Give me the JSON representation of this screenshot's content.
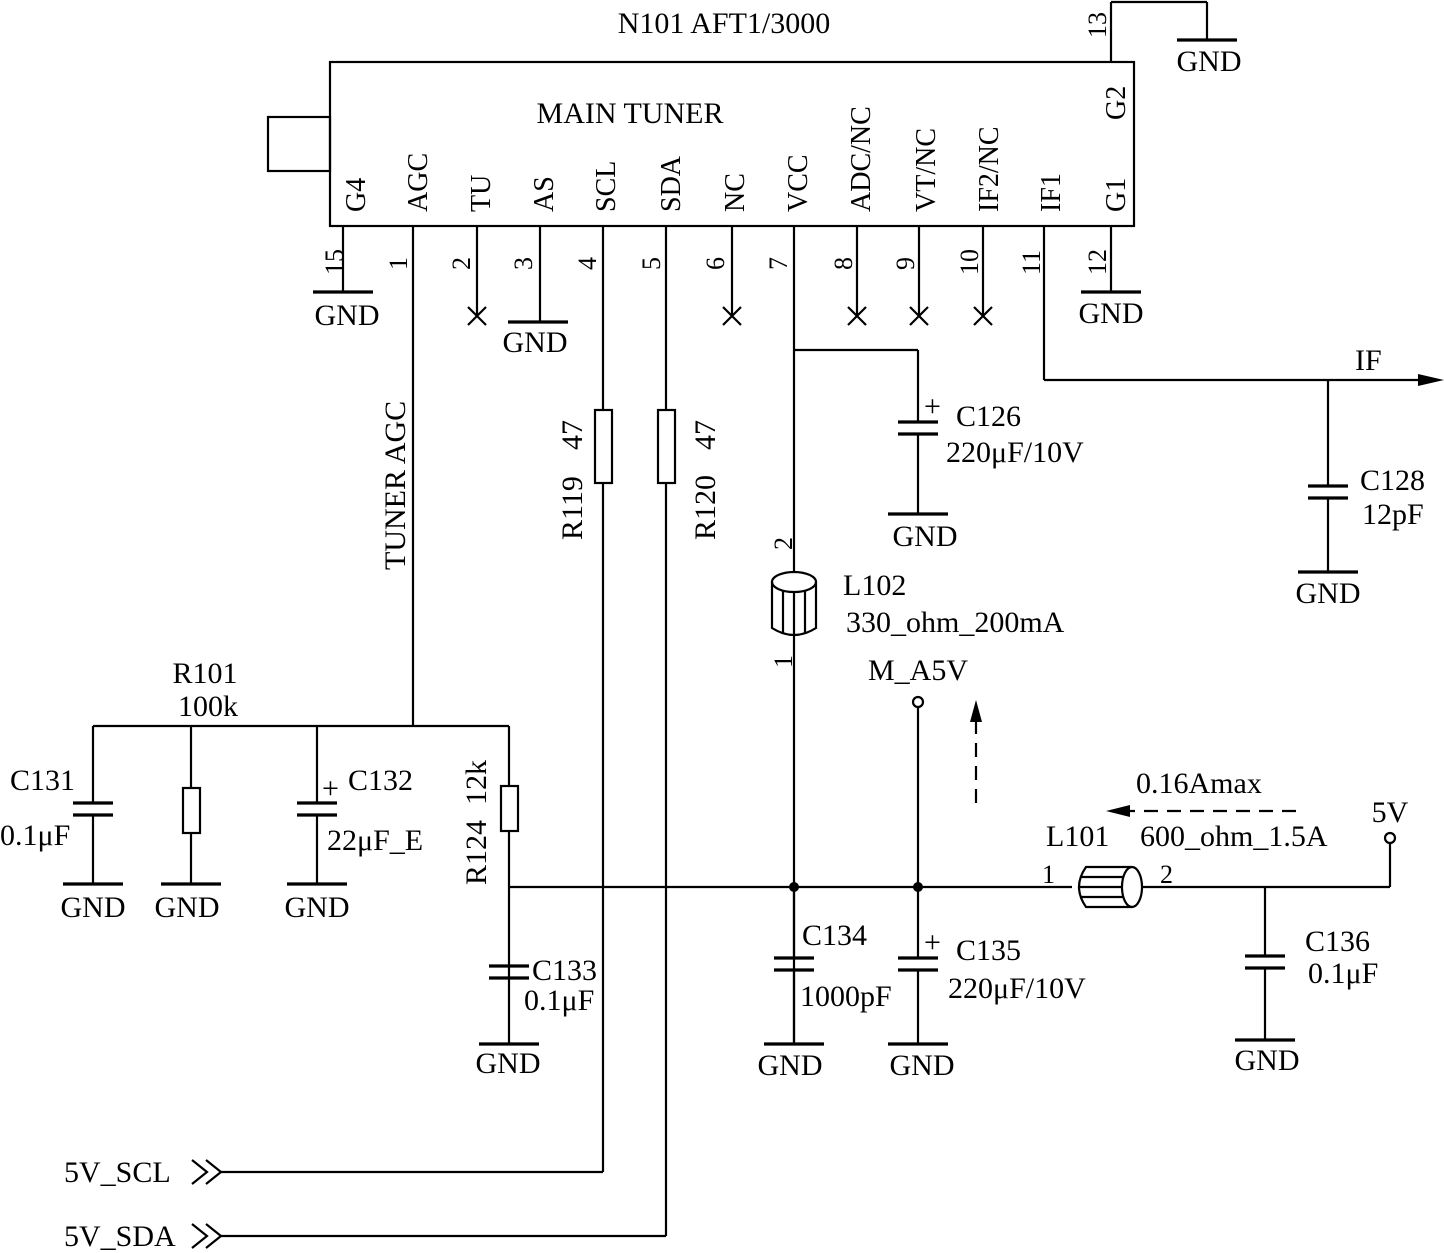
{
  "ic": {
    "title": "N101 AFT1/3000",
    "name": "MAIN TUNER",
    "pins": [
      {
        "num": "15",
        "name": "G4"
      },
      {
        "num": "1",
        "name": "AGC"
      },
      {
        "num": "2",
        "name": "TU"
      },
      {
        "num": "3",
        "name": "AS"
      },
      {
        "num": "4",
        "name": "SCL"
      },
      {
        "num": "5",
        "name": "SDA"
      },
      {
        "num": "6",
        "name": "NC"
      },
      {
        "num": "7",
        "name": "VCC"
      },
      {
        "num": "8",
        "name": "ADC/NC"
      },
      {
        "num": "9",
        "name": "VT/NC"
      },
      {
        "num": "10",
        "name": "IF2/NC"
      },
      {
        "num": "11",
        "name": "IF1"
      },
      {
        "num": "12",
        "name": "G1"
      },
      {
        "num": "13",
        "name": "G2"
      }
    ]
  },
  "gnd": "GND",
  "nets": {
    "tuner_agc": "TUNER AGC",
    "if_out": "IF",
    "m_a5v": "M_A5V",
    "v5": "5V",
    "scl_port": "5V_SCL",
    "sda_port": "5V_SDA"
  },
  "components": {
    "r119": {
      "ref": "R119",
      "value": "47"
    },
    "r120": {
      "ref": "R120",
      "value": "47"
    },
    "c126": {
      "ref": "C126",
      "value": "220μF/10V"
    },
    "c128": {
      "ref": "C128",
      "value": "12pF"
    },
    "l102": {
      "ref": "L102",
      "value": "330_ohm_200mA",
      "pin1": "1",
      "pin2": "2"
    },
    "r101": {
      "ref": "R101",
      "value": "100k"
    },
    "c131": {
      "ref": "C131",
      "value": "0.1μF"
    },
    "c132": {
      "ref": "C132",
      "value": "22μF_E"
    },
    "r124": {
      "ref": "R124",
      "value": "12k"
    },
    "c133": {
      "ref": "C133",
      "value": "0.1μF"
    },
    "c134": {
      "ref": "C134",
      "value": "1000pF"
    },
    "c135": {
      "ref": "C135",
      "value": "220μF/10V"
    },
    "l101": {
      "ref": "L101",
      "value": "600_ohm_1.5A",
      "pin1": "1",
      "pin2": "2"
    },
    "c136": {
      "ref": "C136",
      "value": "0.1μF"
    }
  },
  "annotations": {
    "current": "0.16Amax",
    "plus": "+"
  }
}
